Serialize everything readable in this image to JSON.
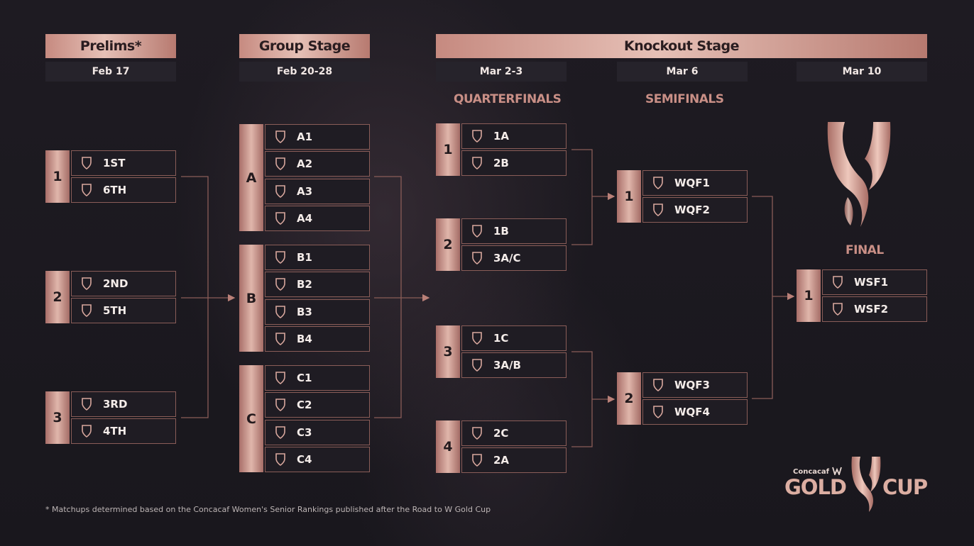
{
  "stages": {
    "prelims": {
      "title": "Prelims*",
      "date": "Feb 17"
    },
    "group": {
      "title": "Group Stage",
      "date": "Feb 20-28"
    },
    "knockout": {
      "title": "Knockout Stage",
      "dates": [
        "Mar 2-3",
        "Mar 6",
        "Mar 10"
      ]
    }
  },
  "round_labels": {
    "quarterfinals": "QUARTERFINALS",
    "semifinals": "SEMIFINALS",
    "final": "FINAL"
  },
  "prelims": [
    {
      "num": "1",
      "teams": [
        "1ST",
        "6TH"
      ]
    },
    {
      "num": "2",
      "teams": [
        "2ND",
        "5TH"
      ]
    },
    {
      "num": "3",
      "teams": [
        "3RD",
        "4TH"
      ]
    }
  ],
  "groups": [
    {
      "name": "A",
      "teams": [
        "A1",
        "A2",
        "A3",
        "A4"
      ]
    },
    {
      "name": "B",
      "teams": [
        "B1",
        "B2",
        "B3",
        "B4"
      ]
    },
    {
      "name": "C",
      "teams": [
        "C1",
        "C2",
        "C3",
        "C4"
      ]
    }
  ],
  "quarterfinals": [
    {
      "num": "1",
      "teams": [
        "1A",
        "2B"
      ]
    },
    {
      "num": "2",
      "teams": [
        "1B",
        "3A/C"
      ]
    },
    {
      "num": "3",
      "teams": [
        "1C",
        "3A/B"
      ]
    },
    {
      "num": "4",
      "teams": [
        "2C",
        "2A"
      ]
    }
  ],
  "semifinals": [
    {
      "num": "1",
      "teams": [
        "WQF1",
        "WQF2"
      ]
    },
    {
      "num": "2",
      "teams": [
        "WQF3",
        "WQF4"
      ]
    }
  ],
  "final": [
    {
      "num": "1",
      "teams": [
        "WSF1",
        "WSF2"
      ]
    }
  ],
  "footnote": "* Matchups determined based on the Concacaf Women's Senior Rankings published after the Road to W Gold Cup",
  "logo": {
    "brand": "Concacaf",
    "left": "GOLD",
    "right": "CUP"
  },
  "colors": {
    "accent": "#d9a89e",
    "accent_dark": "#a86e68",
    "panel": "#1f1c23",
    "line": "#8a5d58"
  }
}
